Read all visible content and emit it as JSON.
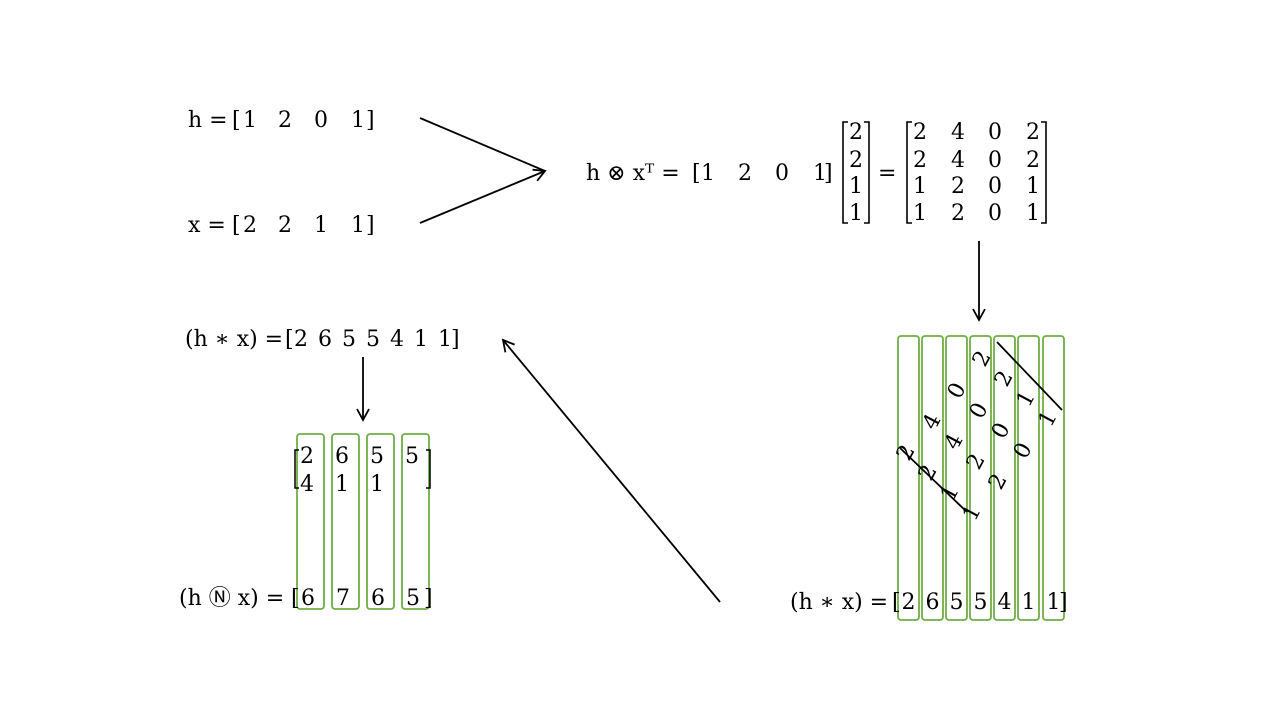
{
  "colors": {
    "ink": "#000000",
    "box": "#70ad47",
    "background": "#ffffff"
  },
  "text": {
    "h_lhs": "h = ",
    "x_lhs": "x = ",
    "outer_lhs": "h ⊗ xᵀ = ",
    "conv_lhs": "(h ∗ x) = ",
    "circ_lhs": "(h Ⓝ x) = ",
    "equals": "="
  },
  "vectors": {
    "h": [
      "1",
      "2",
      "0",
      "1"
    ],
    "x": [
      "2",
      "2",
      "1",
      "1"
    ],
    "x_column": [
      "2",
      "2",
      "1",
      "1"
    ]
  },
  "outer_product": [
    [
      "2",
      "4",
      "0",
      "2"
    ],
    [
      "2",
      "4",
      "0",
      "2"
    ],
    [
      "1",
      "2",
      "0",
      "1"
    ],
    [
      "1",
      "2",
      "0",
      "1"
    ]
  ],
  "linear_convolution": [
    "2",
    "6",
    "5",
    "5",
    "4",
    "1",
    "1"
  ],
  "circular": {
    "top_row": [
      "2",
      "6",
      "5",
      "5"
    ],
    "wrap_row": [
      "4",
      "1",
      "1"
    ],
    "result": [
      "6",
      "7",
      "6",
      "5"
    ]
  }
}
